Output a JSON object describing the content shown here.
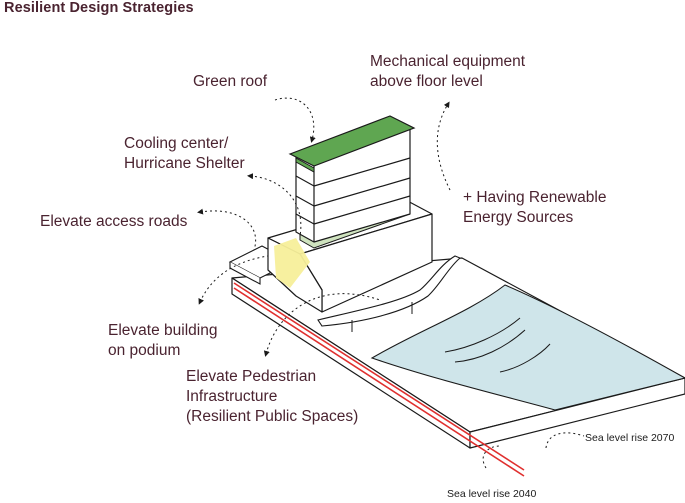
{
  "title": "Resilient Design Strategies",
  "labels": {
    "green_roof": "Green roof",
    "mechanical": "Mechanical equipment\nabove floor level",
    "cooling": "Cooling center/\nHurricane Shelter",
    "renewable": "+ Having Renewable\nEnergy Sources",
    "access_roads": "Elevate access roads",
    "podium": "Elevate building\non podium",
    "pedestrian": "Elevate Pedestrian\nInfrastructure\n(Resilient Public Spaces)",
    "sea_2070": "Sea level rise 2070",
    "sea_2040": "Sea level rise 2040"
  },
  "colors": {
    "label_text": "#4a2330",
    "roof_green": "#5fa651",
    "band_green": "#cfe3bf",
    "shelter_yellow": "#f7ef9a",
    "water_blue": "#cfe5ea",
    "sea_line_red": "#e0302f",
    "outline": "#1a1a1a"
  }
}
